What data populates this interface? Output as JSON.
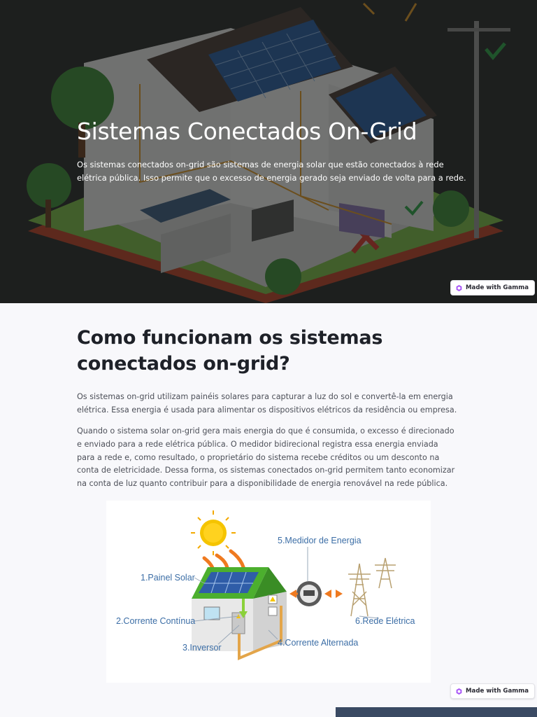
{
  "hero": {
    "title": "Sistemas Conectados On-Grid",
    "text": "Os sistemas conectados on-grid são sistemas de energia solar que estão conectados à rede elétrica pública. Isso permite que o excesso de energia gerado seja enviado de volta para a rede."
  },
  "badge": {
    "label": "Made with Gamma",
    "icon": "gamma-icon",
    "accent": "#a855f7"
  },
  "section": {
    "title": "Como funcionam os sistemas conectados on-grid?",
    "paragraph_1": "Os sistemas on-grid utilizam painéis solares para capturar a luz do sol e convertê-la em energia elétrica. Essa energia é usada para alimentar os dispositivos elétricos da residência ou empresa.",
    "paragraph_2": "Quando o sistema solar on-grid gera mais energia do que é consumida, o excesso é direcionado e enviado para a rede elétrica pública. O medidor bidirecional registra essa energia enviada para a rede e, como resultado, o proprietário do sistema recebe créditos ou um desconto na conta de eletricidade. Dessa forma, os sistemas conectados on-grid permitem tanto economizar na conta de luz quanto contribuir para a disponibilidade de energia renovável na rede pública."
  },
  "diagram": {
    "labels": {
      "painel": "1.Painel Solar",
      "corrente_continua": "2.Corrente Contínua",
      "inversor": "3.Inversor",
      "corrente_alternada": "4.Corrente Alternada",
      "medidor": "5.Medidor de Energia",
      "rede": "6.Rede Elétrica"
    },
    "label_color": "#3c6ea6"
  }
}
